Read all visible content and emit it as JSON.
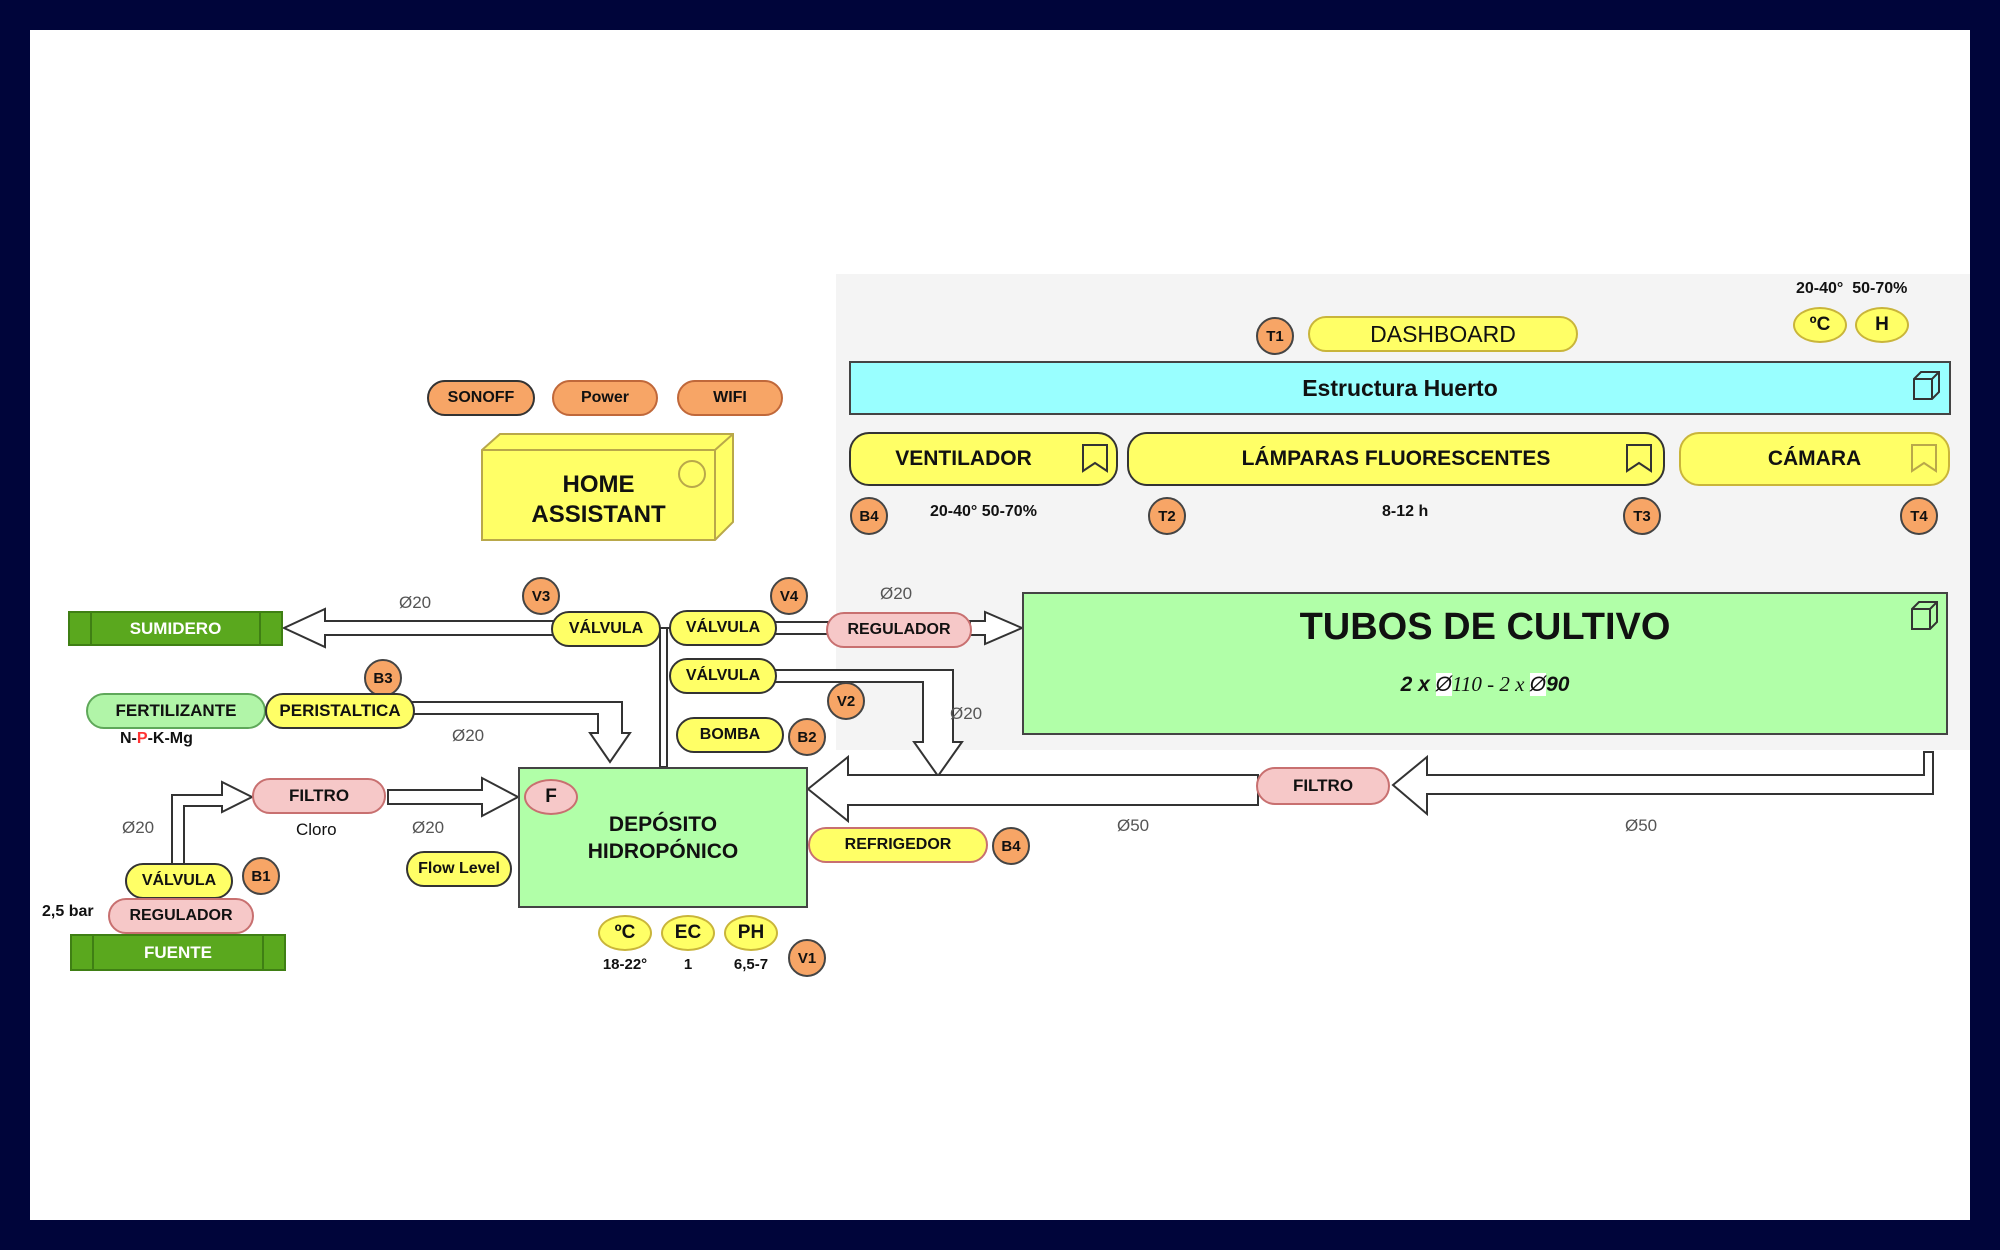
{
  "panel": {
    "dashboard": {
      "badge": "T1",
      "label": "DASHBOARD"
    },
    "env_ranges": {
      "temp": "20-40°",
      "humidity": "50-70%"
    },
    "env_sensors": [
      {
        "label": "ºC"
      },
      {
        "label": "H"
      }
    ],
    "structure": {
      "label": "Estructura Huerto"
    },
    "devices": [
      {
        "label": "VENTILADOR",
        "badge": "B4",
        "info": "20-40°  50-70%"
      },
      {
        "label": "LÁMPARAS FLUORESCENTES",
        "badge_left": "T2",
        "badge_right": "T3",
        "info": "8-12 h"
      },
      {
        "label": "CÁMARA",
        "badge": "T4"
      }
    ],
    "tubos": {
      "title": "TUBOS DE CULTIVO",
      "spec_a": "2 x ",
      "spec_b": "Ø",
      "spec_c": "110 - 2 x ",
      "spec_d": "Ø",
      "spec_e": "90"
    }
  },
  "home_assistant": {
    "label_line1": "HOME",
    "label_line2": "ASSISTANT",
    "chips": [
      "SONOFF",
      "Power",
      "WIFI"
    ]
  },
  "valves": {
    "v3": {
      "label": "VÁLVULA",
      "badge": "V3"
    },
    "v4": {
      "label": "VÁLVULA",
      "badge": "V4"
    },
    "v2": {
      "label": "VÁLVULA",
      "badge": "V2"
    },
    "v1_badge": "V1",
    "b1": {
      "label": "VÁLVULA",
      "badge": "B1"
    }
  },
  "regulador_top": {
    "label": "REGULADOR"
  },
  "bomba": {
    "label": "BOMBA",
    "badge": "B2"
  },
  "sumidero": {
    "label": "SUMIDERO"
  },
  "fertilizante": {
    "label": "FERTILIZANTE",
    "formula_n": "N-",
    "formula_p": "P",
    "formula_rest": "-K-Mg"
  },
  "peristaltica": {
    "label": "PERISTALTICA",
    "badge": "B3"
  },
  "filtro_in": {
    "label": "FILTRO",
    "note": "Cloro"
  },
  "flow_level": {
    "label": "Flow Level"
  },
  "fuente": {
    "label": "FUENTE",
    "regulador": "REGULADOR",
    "pressure": "2,5 bar"
  },
  "deposito": {
    "line1": "DEPÓSITO",
    "line2": "HIDROPÓNICO",
    "float_label": "F",
    "sensors": [
      {
        "label": "ºC",
        "value": "18-22°"
      },
      {
        "label": "EC",
        "value": "1"
      },
      {
        "label": "PH",
        "value": "6,5-7"
      }
    ]
  },
  "refrigerador": {
    "label": "REFRIGEDOR",
    "badge": "B4"
  },
  "filtro_return": {
    "label": "FILTRO"
  },
  "pipe_labels": {
    "sumidero": "Ø20",
    "regulador": "Ø20",
    "peristaltica": "Ø20",
    "v2": "Ø20",
    "valvula_b1": "Ø20",
    "filtro_out": "Ø20",
    "return_left": "Ø50",
    "return_right": "Ø50"
  }
}
